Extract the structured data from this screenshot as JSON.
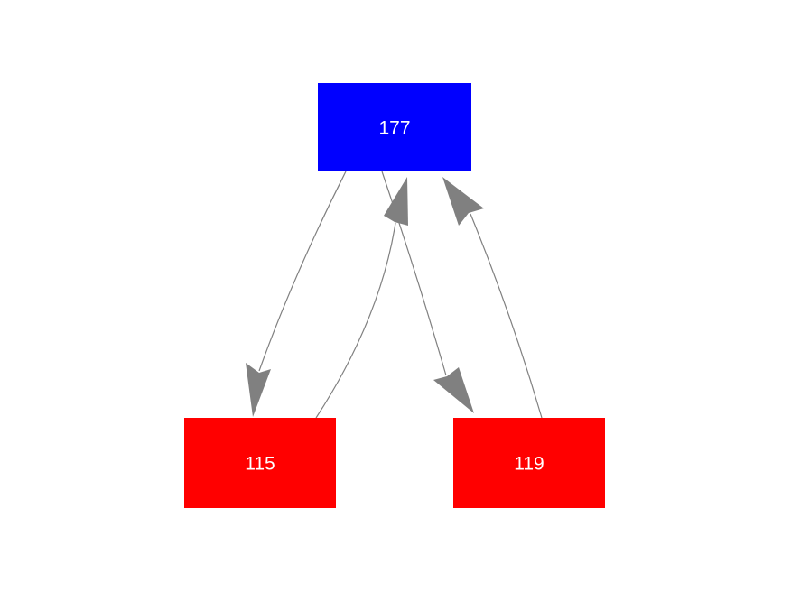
{
  "diagram": {
    "background": "#ffffff",
    "edge_color": "#808080",
    "nodes": [
      {
        "id": "top",
        "label": "177",
        "color": "#0000ff",
        "text_color": "#ffffff"
      },
      {
        "id": "bottom-left",
        "label": "115",
        "color": "#ff0000",
        "text_color": "#ffffff"
      },
      {
        "id": "bottom-right",
        "label": "119",
        "color": "#ff0000",
        "text_color": "#ffffff"
      }
    ],
    "edges": [
      {
        "from": "177",
        "to": "115"
      },
      {
        "from": "115",
        "to": "177"
      },
      {
        "from": "177",
        "to": "119"
      },
      {
        "from": "119",
        "to": "177"
      }
    ]
  }
}
